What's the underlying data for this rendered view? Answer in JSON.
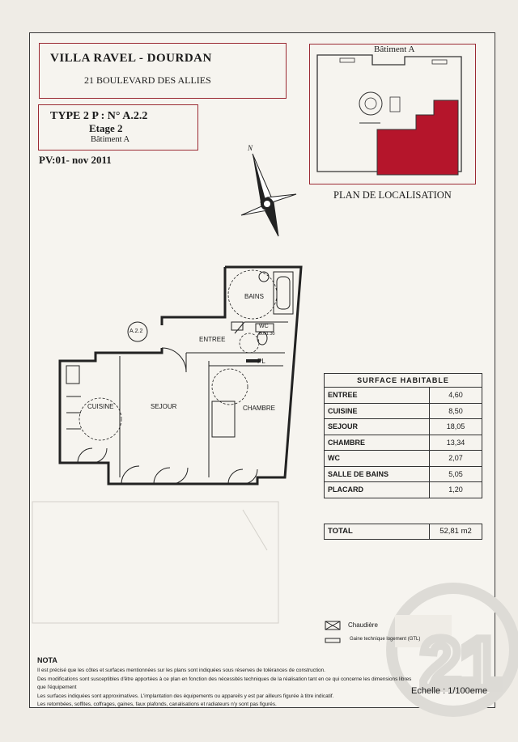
{
  "header": {
    "project": "VILLA RAVEL - DOURDAN",
    "address": "21 BOULEVARD DES ALLIES"
  },
  "lot": {
    "type": "TYPE 2 P : N° A.2.2",
    "floor": "Etage 2",
    "building": "Bâtiment A",
    "pv": "PV:01- nov 2011"
  },
  "location": {
    "building": "Bâtiment A",
    "caption": "PLAN DE LOCALISATION",
    "highlight_color": "#b5152b"
  },
  "plan": {
    "lot_tag": "A.2.2",
    "north": "N",
    "rooms": {
      "bains": "BAINS",
      "wc": "WC",
      "wc_dim": "80x1.30",
      "entree": "ENTREE",
      "pl": "PL",
      "cuisine": "CUISINE",
      "sejour": "SEJOUR",
      "chambre": "CHAMBRE"
    }
  },
  "surface": {
    "title": "SURFACE HABITABLE",
    "rows": [
      {
        "label": "ENTREE",
        "value": "4,60"
      },
      {
        "label": "CUISINE",
        "value": "8,50"
      },
      {
        "label": "SEJOUR",
        "value": "18,05"
      },
      {
        "label": "CHAMBRE",
        "value": "13,34"
      },
      {
        "label": "WC",
        "value": "2,07"
      },
      {
        "label": "SALLE DE BAINS",
        "value": "5,05"
      },
      {
        "label": "PLACARD",
        "value": "1,20"
      }
    ],
    "total_label": "TOTAL",
    "total_value": "52,81 m2"
  },
  "legend": {
    "boiler": "Chaudière",
    "duct": "Gaine technique logement (GTL)"
  },
  "nota": {
    "title": "NOTA",
    "lines": [
      "Il est précisé que les côtes et surfaces mentionnées sur les plans sont indiquées sous réserves de tolérances de construction.",
      "Des modifications sont susceptibles d'être apportées à ce plan en fonction des nécessités techniques de la réalisation tant en ce qui concerne les dimensions libres que l'équipement",
      "Les surfaces indiquées sont approximatives. L'implantation des équipements ou appareils y est par ailleurs figurée à titre indicatif.",
      "Les retombées, soffites, coffrages, gaines, faux plafonds, canalisations et radiateurs n'y sont pas figurés."
    ]
  },
  "scale": "Echelle : 1/100eme",
  "watermark": {
    "text": "21",
    "color": "#dcdad5"
  }
}
